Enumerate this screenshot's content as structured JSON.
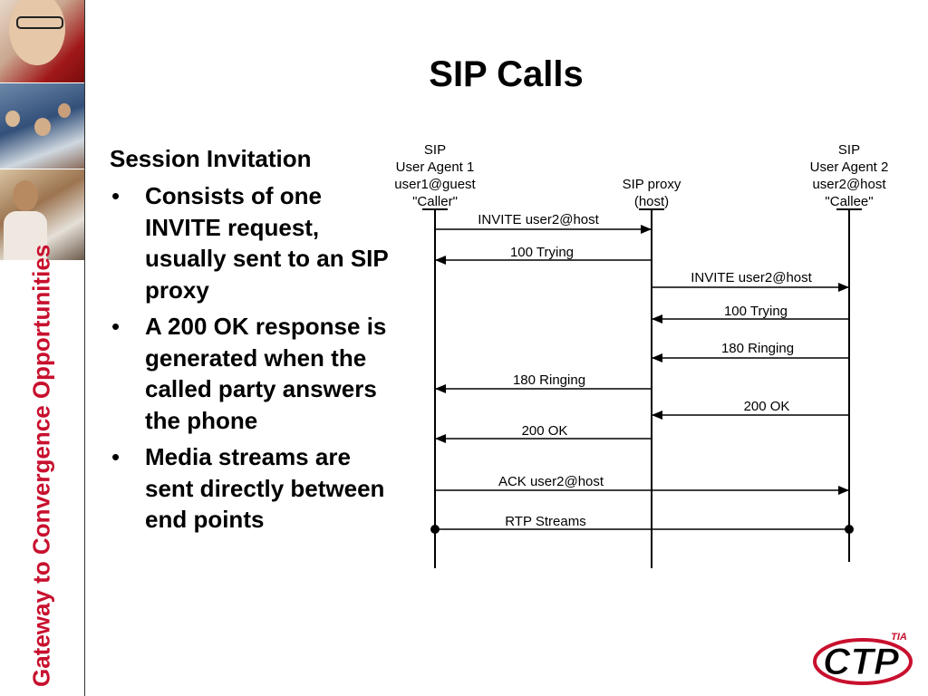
{
  "slide": {
    "title": "SIP Calls",
    "sidebar_text": "Gateway to Convergence Opportunities"
  },
  "content": {
    "heading": "Session Invitation",
    "bullet_glyph": "•",
    "bullets": [
      "Consists of one INVITE request, usually sent to an SIP proxy",
      "A 200 OK response is generated when the called party answers the phone",
      "Media streams are sent directly between end points"
    ]
  },
  "diagram": {
    "participants": [
      {
        "lines": [
          "SIP",
          "User Agent 1",
          "user1@guest",
          "\"Caller\""
        ]
      },
      {
        "lines": [
          "SIP proxy",
          "(host)"
        ]
      },
      {
        "lines": [
          "SIP",
          "User Agent 2",
          "user2@host",
          "\"Callee\""
        ]
      }
    ],
    "messages": [
      {
        "label": "INVITE user2@host",
        "from": 0,
        "to": 1
      },
      {
        "label": "100 Trying",
        "from": 1,
        "to": 0
      },
      {
        "label": "INVITE user2@host",
        "from": 1,
        "to": 2
      },
      {
        "label": "100 Trying",
        "from": 2,
        "to": 1
      },
      {
        "label": "180 Ringing",
        "from": 2,
        "to": 1
      },
      {
        "label": "180 Ringing",
        "from": 1,
        "to": 0
      },
      {
        "label": "200 OK",
        "from": 2,
        "to": 1
      },
      {
        "label": "200 OK",
        "from": 1,
        "to": 0
      },
      {
        "label": "ACK user2@host",
        "from": 0,
        "to": 2
      },
      {
        "label": "RTP Streams",
        "from": 0,
        "to": 2,
        "style": "stream"
      }
    ]
  },
  "logo": {
    "main_text": "CTP",
    "super_text": "TIA",
    "red": "#c8102e"
  }
}
